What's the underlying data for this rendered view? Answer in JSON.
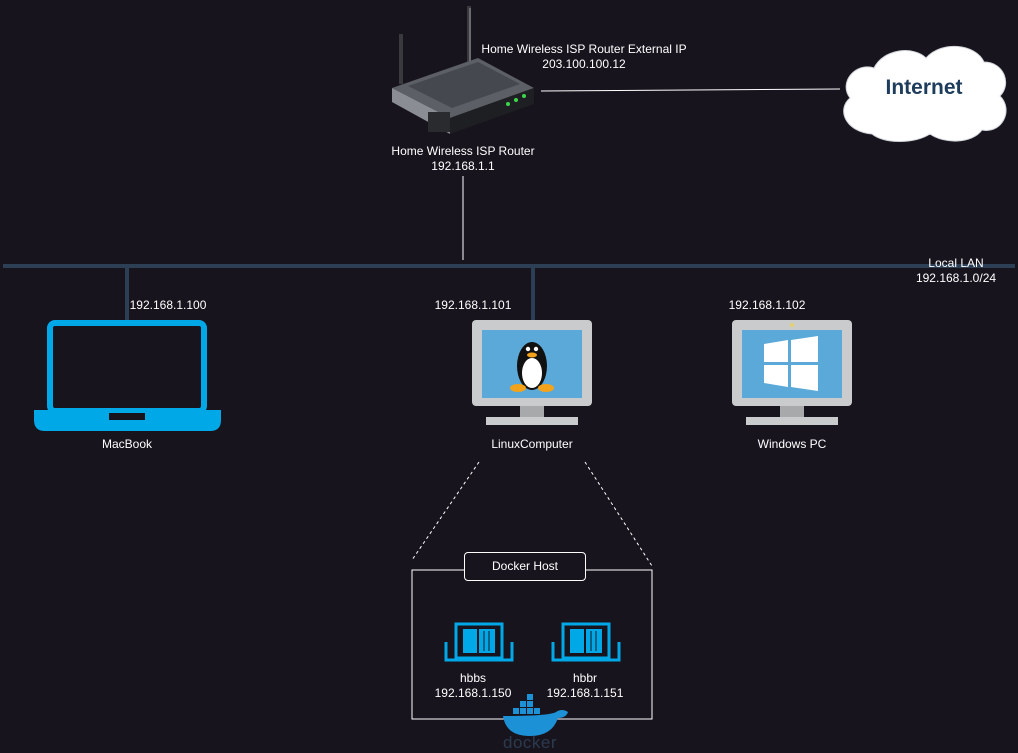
{
  "internet": {
    "label": "Internet"
  },
  "router": {
    "external_title": "Home Wireless ISP Router External IP",
    "external_ip": "203.100.100.12",
    "title": "Home Wireless ISP Router",
    "ip": "192.168.1.1"
  },
  "lan": {
    "title": "Local LAN",
    "subnet": "192.168.1.0/24"
  },
  "devices": {
    "macbook": {
      "ip": "192.168.1.100",
      "name": "MacBook"
    },
    "linux": {
      "ip": "192.168.1.101",
      "name": "LinuxComputer"
    },
    "windows": {
      "ip": "192.168.1.102",
      "name": "Windows PC"
    }
  },
  "docker": {
    "host_label": "Docker Host",
    "containers": [
      {
        "name": "hbbs",
        "ip": "192.168.1.150"
      },
      {
        "name": "hbbr",
        "ip": "192.168.1.151"
      }
    ],
    "logo_text": "docker"
  },
  "colors": {
    "background": "#18141d",
    "lan_bus": "#2c3f55",
    "laptop_cyan": "#00a8e8",
    "screen_blue": "#5aa9d8",
    "monitor_gray": "#c9cbcd"
  }
}
